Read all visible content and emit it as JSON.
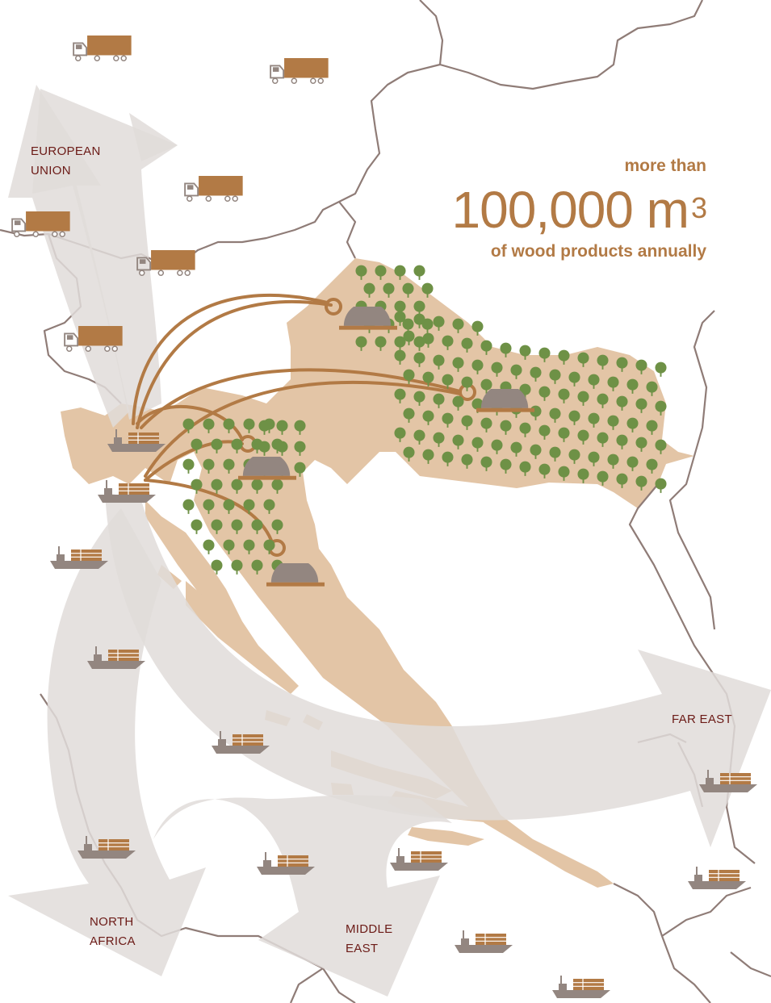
{
  "stat": {
    "prefix": "more than",
    "value": "100,000 m",
    "unit_superscript": "3",
    "suffix": "of wood products annually"
  },
  "regions": {
    "eu": "EUROPEAN\nUNION",
    "far_east": "FAR EAST",
    "north_africa": "NORTH\nAFRICA",
    "middle_east": "MIDDLE\nEAST"
  },
  "colors": {
    "accent": "#b27a45",
    "croatia": "#e3c5a6",
    "arrow_grey": "#e0dcd9",
    "border": "#8f7c77",
    "tree": "#6e9146",
    "sawmill": "#938680",
    "ship": "#938680",
    "label": "#6b1a16"
  },
  "icons": {
    "truck": "truck-icon",
    "ship": "cargo-ship-icon",
    "tree": "tree-icon",
    "sawmill": "sawmill-icon"
  }
}
